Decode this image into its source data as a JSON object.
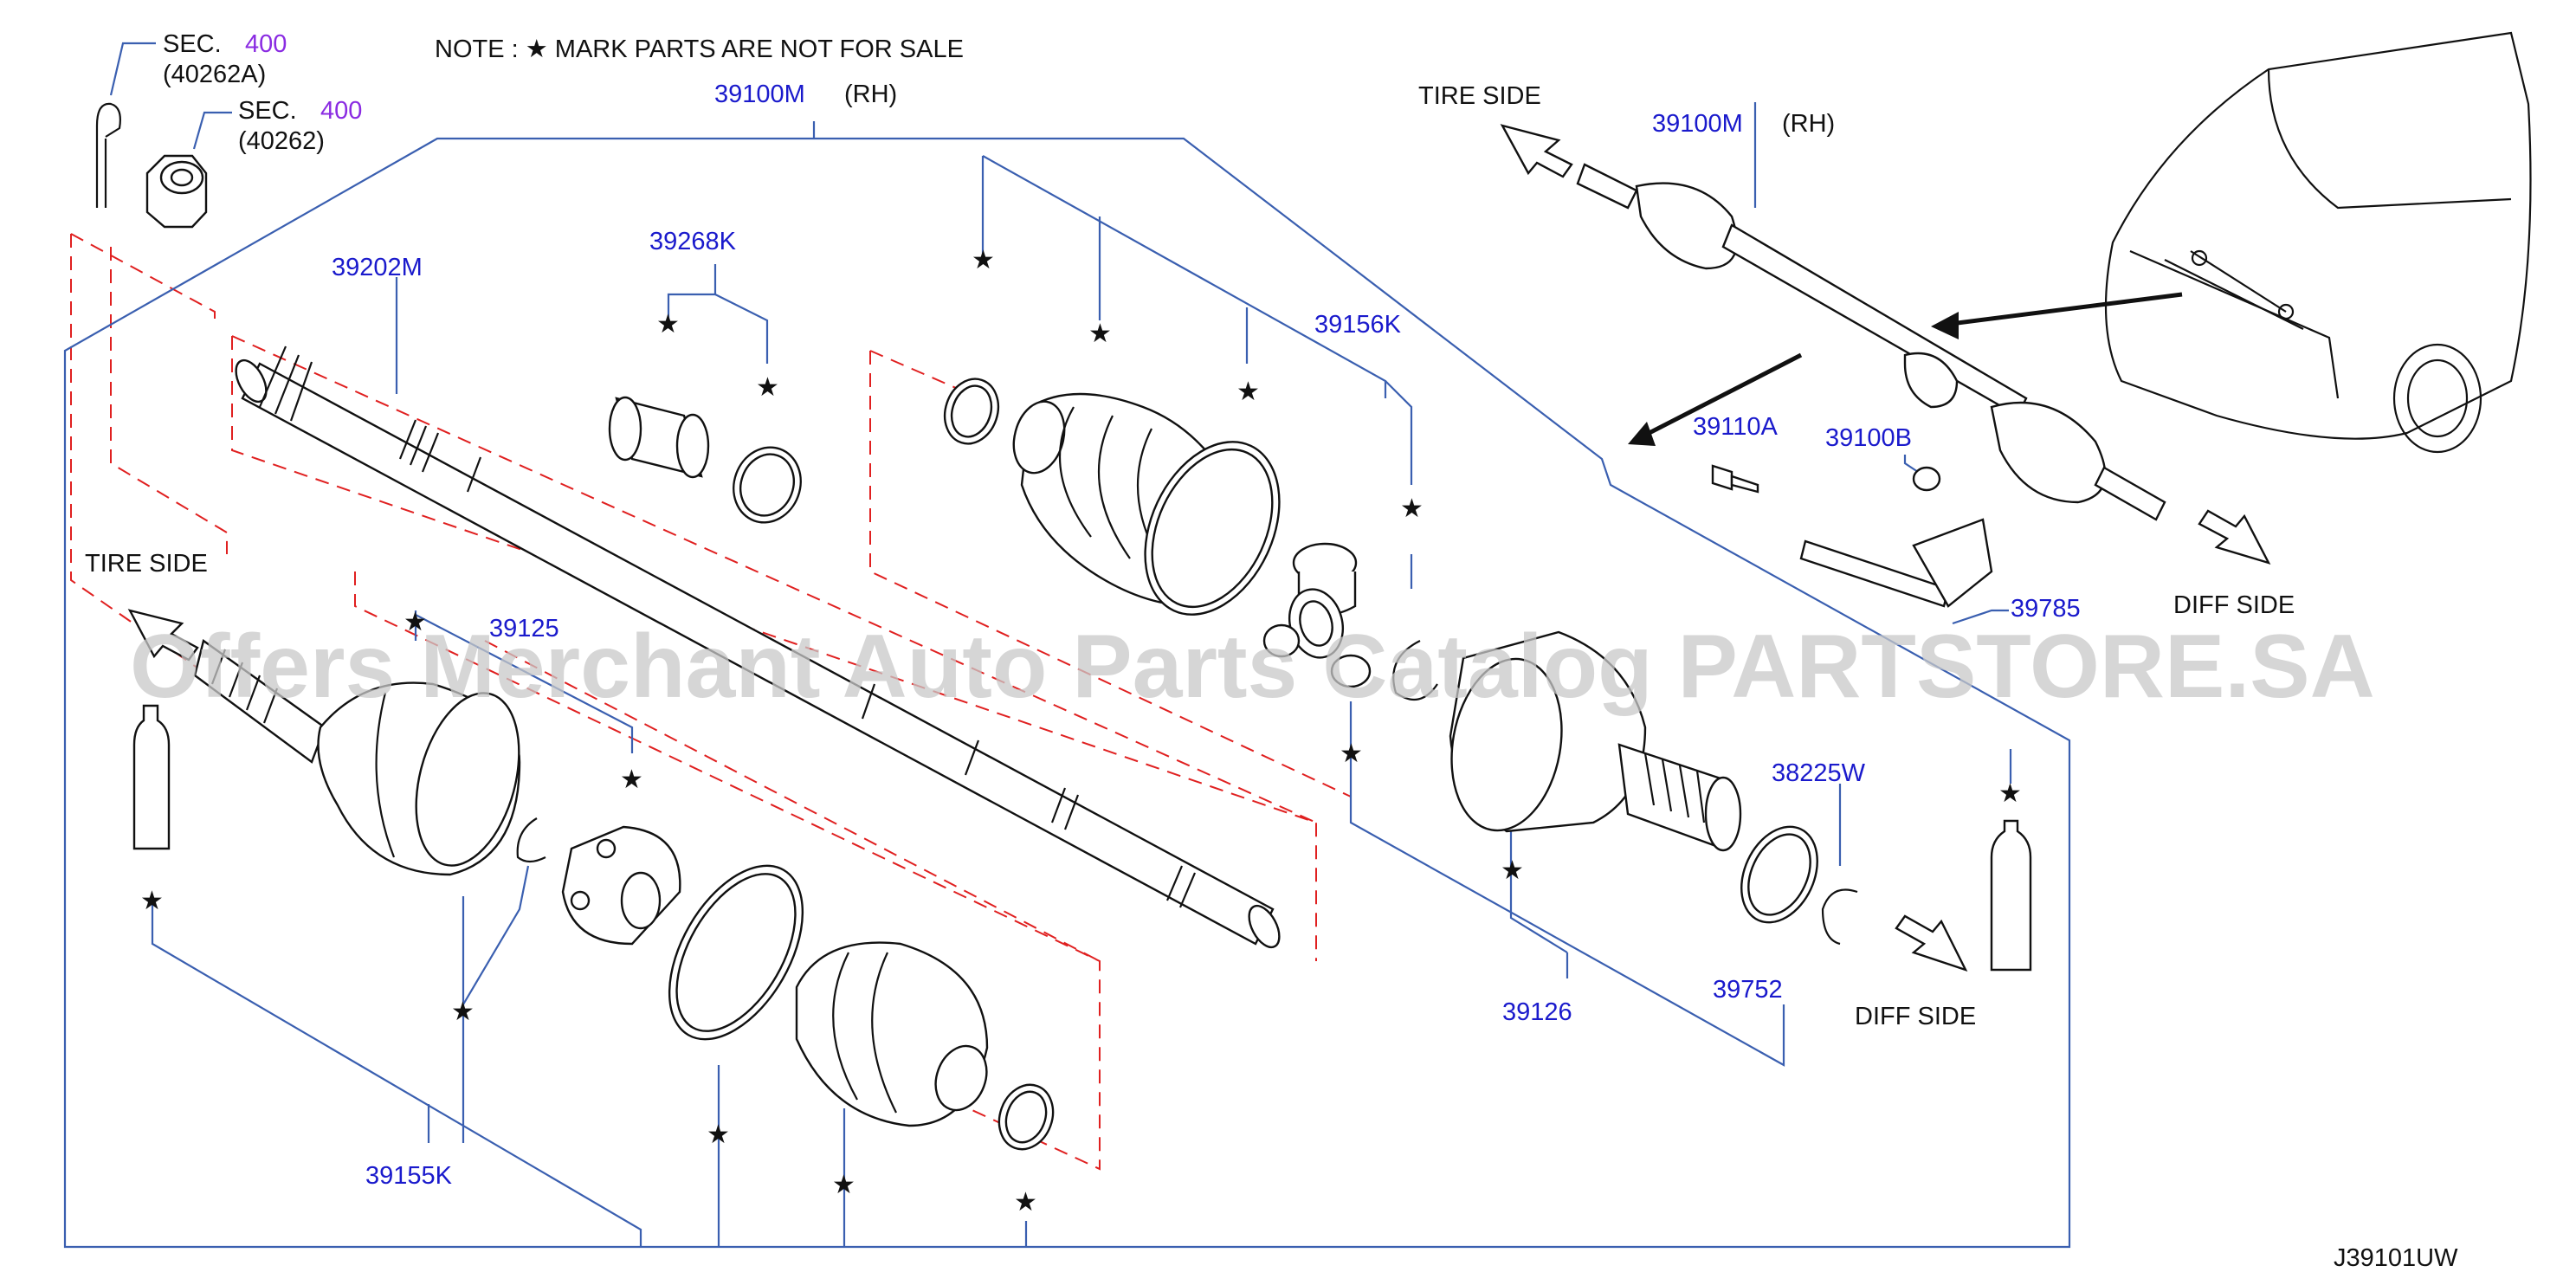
{
  "note": "NOTE  :  ★  MARK  PARTS  ARE  NOT  FOR  SALE",
  "watermark": "Offers Merchant Auto Parts Catalog PARTSTORE.SA",
  "diagram_code": "J39101UW",
  "sections": [
    {
      "prefix": "SEC.",
      "number": "400",
      "sub": "(40262A)"
    },
    {
      "prefix": "SEC.",
      "number": "400",
      "sub": "(40262)"
    }
  ],
  "directions": {
    "tire_side": "TIRE   SIDE",
    "diff_side": "DIFF   SIDE"
  },
  "rh": "(RH)",
  "star_glyph": "★",
  "parts": {
    "p39100M": "39100M",
    "p39202M": "39202M",
    "p39268K": "39268K",
    "p39156K": "39156K",
    "p39110A": "39110A",
    "p39100B": "39100B",
    "p39785": "39785",
    "p38225W": "38225W",
    "p39125": "39125",
    "p39126": "39126",
    "p39752": "39752",
    "p39155K": "39155K"
  },
  "colors": {
    "part_label": "#1a1acc",
    "section_number": "#8a2be2",
    "leader": "#3a5fb0",
    "group_dash": "#e02020"
  }
}
